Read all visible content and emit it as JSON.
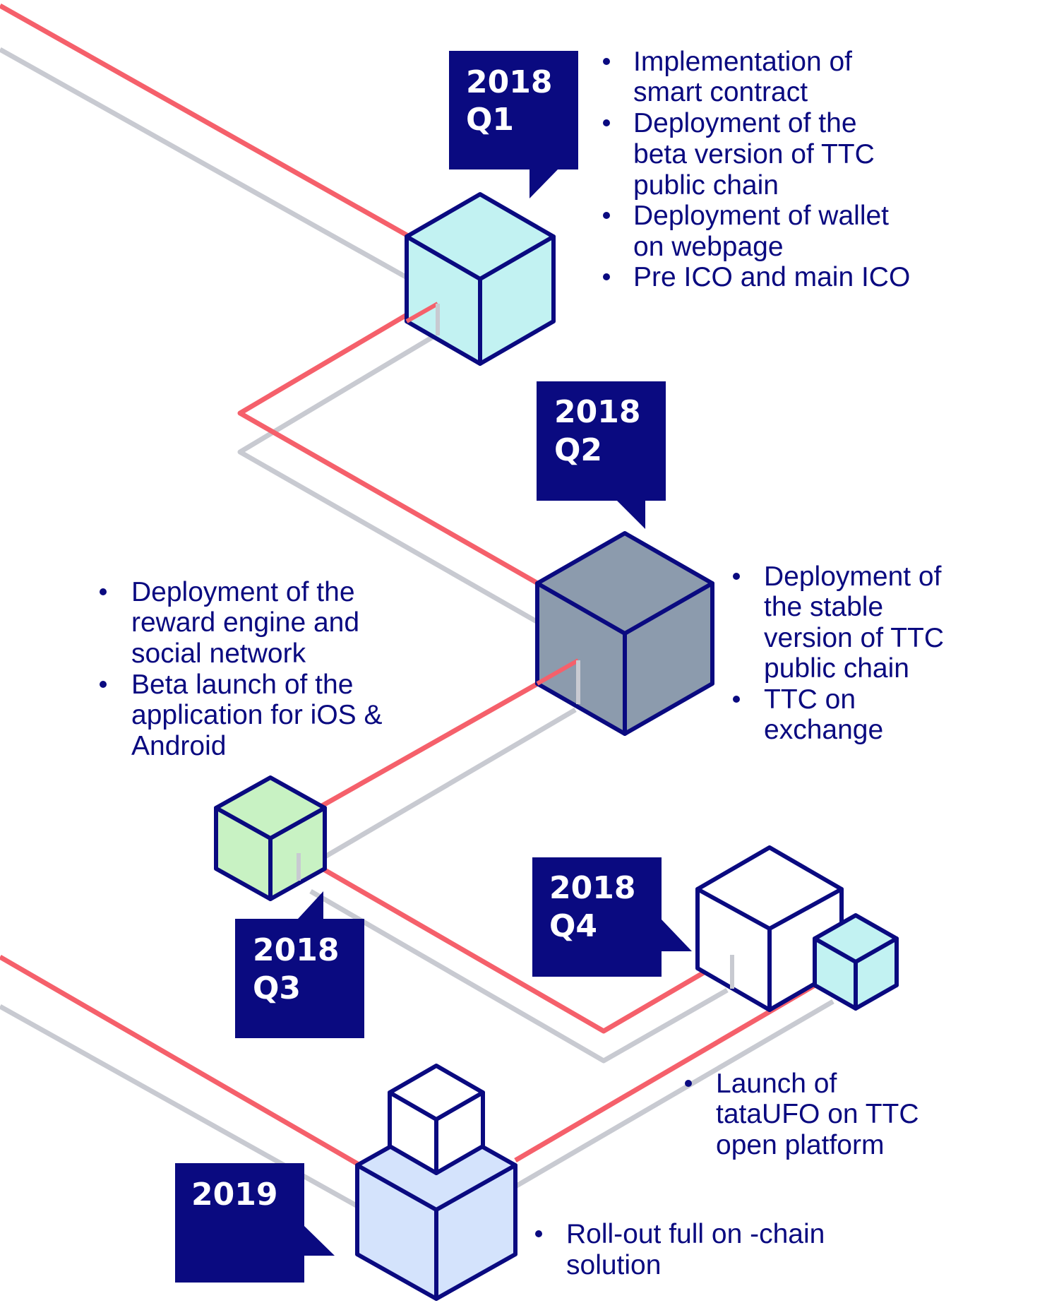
{
  "colors": {
    "navy": "#0a0a80",
    "red_line": "#f5606b",
    "gray_line": "#c8cad1",
    "cube_q1": "#c2f2f2",
    "cube_q2": "#8c9bad",
    "cube_q3": "#c8f2c3",
    "cube_q4_small": "#c2f2f2",
    "cube_2019": "#d4e3fc",
    "white": "#ffffff"
  },
  "milestones": [
    {
      "id": "q1",
      "label_lines": [
        "2018",
        "Q1"
      ],
      "bullets": [
        [
          "Implementation of",
          "smart contract"
        ],
        [
          "Deployment of the",
          "beta version of TTC",
          "public chain"
        ],
        [
          "Deployment of wallet",
          "on webpage"
        ],
        [
          "Pre ICO and main ICO"
        ]
      ]
    },
    {
      "id": "q2",
      "label_lines": [
        "2018",
        "Q2"
      ],
      "bullets": [
        [
          "Deployment of",
          "the stable",
          "version of TTC",
          "public chain"
        ],
        [
          "TTC on",
          "exchange"
        ]
      ]
    },
    {
      "id": "q3",
      "label_lines": [
        "2018",
        "Q3"
      ],
      "bullets": [
        [
          "Deployment of the",
          "reward engine and",
          "social network"
        ],
        [
          "Beta launch of the",
          "application for iOS &",
          "Android"
        ]
      ]
    },
    {
      "id": "q4",
      "label_lines": [
        "2018",
        "Q4"
      ],
      "bullets": [
        [
          "Launch of",
          "tataUFO on TTC",
          "open platform"
        ]
      ]
    },
    {
      "id": "y2019",
      "label_lines": [
        "2019"
      ],
      "bullets": [
        [
          "Roll-out full on -chain",
          "solution"
        ]
      ]
    }
  ]
}
